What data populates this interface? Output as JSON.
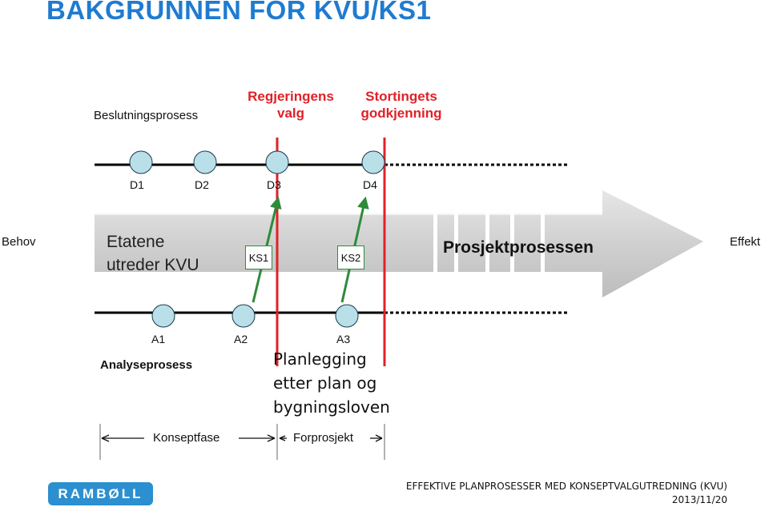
{
  "title": "BAKGRUNNEN FOR KVU/KS1",
  "labels": {
    "beslutningsprosess": "Beslutningsprosess",
    "regjeringens": "Regjeringens valg",
    "stortingets": "Stortingets godkjenning",
    "behov": "Behov",
    "effekt": "Effekt",
    "etatene_line1": "Etatene",
    "etatene_line2": "utreder KVU",
    "prosjektprosessen": "Prosjektprosessen",
    "ks1": "KS1",
    "ks2": "KS2",
    "analyseprosess": "Analyseprosess",
    "planlegging_line1": "Planlegging",
    "planlegging_line2": "etter plan og",
    "planlegging_line3": "bygningsloven",
    "konseptfase": "Konseptfase",
    "forprosjekt": "Forprosjekt"
  },
  "decision_points": [
    {
      "label": "D1"
    },
    {
      "label": "D2"
    },
    {
      "label": "D3"
    },
    {
      "label": "D4"
    }
  ],
  "analysis_points": [
    {
      "label": "A1"
    },
    {
      "label": "A2"
    },
    {
      "label": "A3"
    }
  ],
  "footer": {
    "logo_text": "RAMBØLL",
    "document_title": "EFFEKTIVE PLANPROSESSER MED KONSEPTVALGUTREDNING (KVU)",
    "date": "2013/11/20"
  },
  "colors": {
    "title_blue": "#1f7bd0",
    "red": "#e02128",
    "green": "#2e8b3a",
    "node_fill": "#b9dfe8",
    "arrow_grey": "#cfcfcf",
    "logo_blue": "#2b8fd0"
  }
}
